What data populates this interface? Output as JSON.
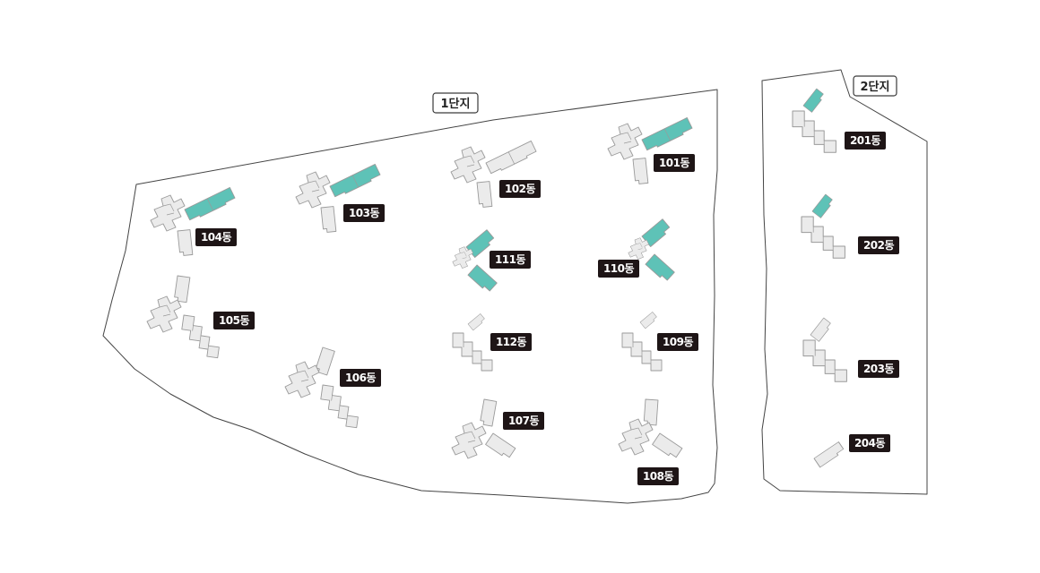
{
  "colors": {
    "highlight": "#5ec2b7",
    "building": "#ebebeb",
    "tag_background": "#1e1516",
    "tag_text": "#ffffff",
    "boundary": "#444444"
  },
  "complexes": {
    "complex1_label": "1단지",
    "complex2_label": "2단지"
  },
  "buildings": {
    "b101": "101동",
    "b102": "102동",
    "b103": "103동",
    "b104": "104동",
    "b105": "105동",
    "b106": "106동",
    "b107": "107동",
    "b108": "108동",
    "b109": "109동",
    "b110": "110동",
    "b111": "111동",
    "b112": "112동",
    "b201": "201동",
    "b202": "202동",
    "b203": "203동",
    "b204": "204동"
  },
  "highlighted_buildings": [
    "101동",
    "103동",
    "104동",
    "110동",
    "111동",
    "201동",
    "202동"
  ]
}
